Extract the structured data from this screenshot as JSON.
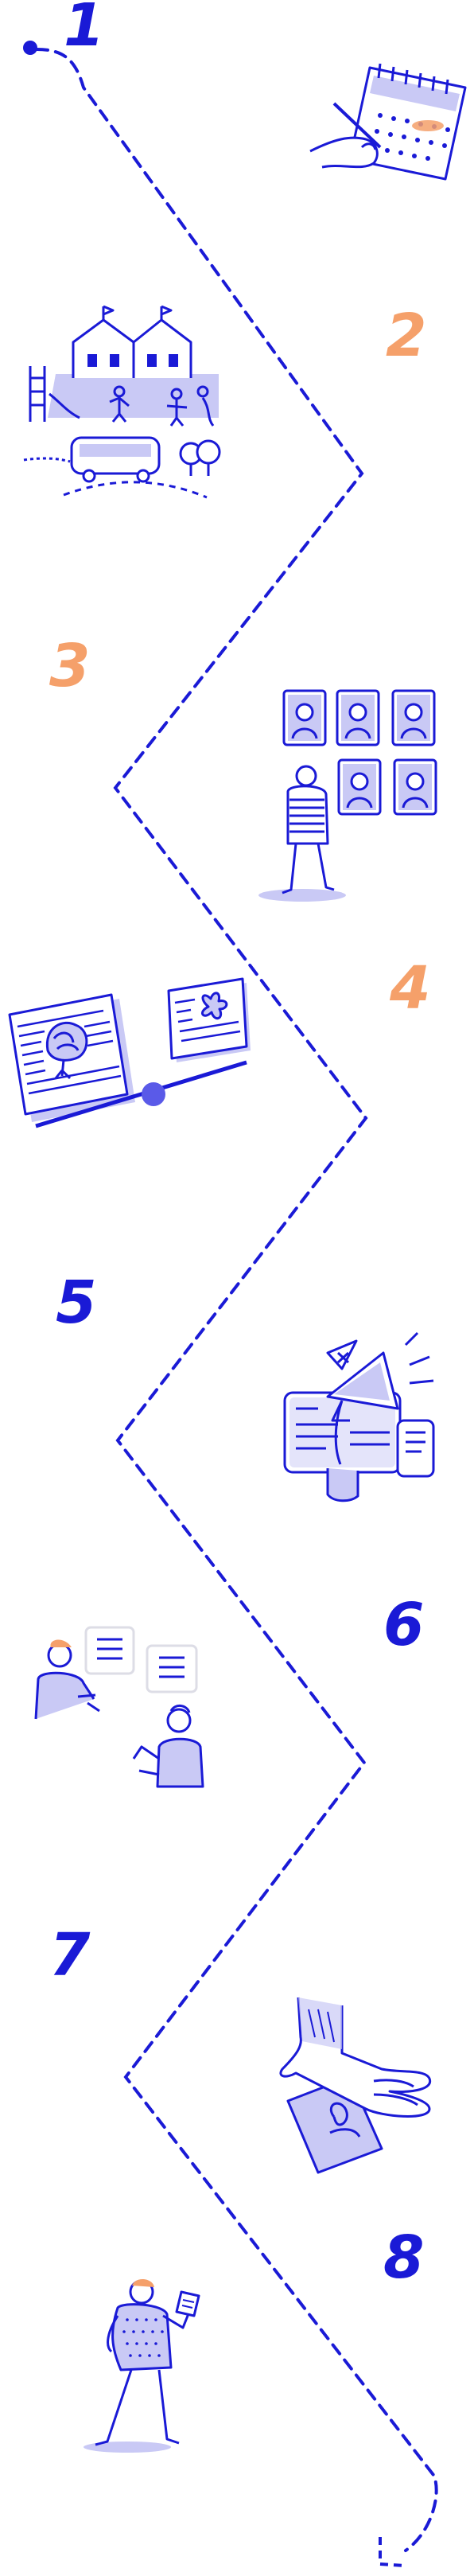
{
  "steps": [
    {
      "number": "1",
      "color": "#1a1ad6",
      "illustration": "hand-writing-calendar-icon"
    },
    {
      "number": "2",
      "color": "#f5a06a",
      "illustration": "school-playground-bus-icon"
    },
    {
      "number": "3",
      "color": "#f5a06a",
      "illustration": "person-viewing-portraits-icon"
    },
    {
      "number": "4",
      "color": "#f5a06a",
      "illustration": "balance-seesaw-pages-icon"
    },
    {
      "number": "5",
      "color": "#1a1ad6",
      "illustration": "megaphone-browser-icon"
    },
    {
      "number": "6",
      "color": "#1a1ad6",
      "illustration": "two-people-chatting-icon"
    },
    {
      "number": "7",
      "color": "#1a1ad6",
      "illustration": "hand-holding-tablet-icon"
    },
    {
      "number": "8",
      "color": "#1a1ad6",
      "illustration": "person-reading-card-icon"
    }
  ],
  "colors": {
    "primary": "#1a1ad6",
    "accent": "#f5a06a",
    "fill_light": "#c9c9f5"
  }
}
